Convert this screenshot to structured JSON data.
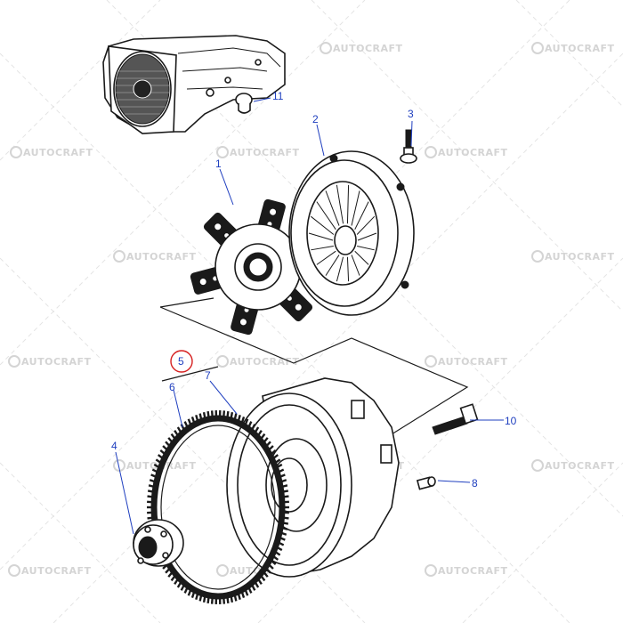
{
  "watermark": {
    "text": "AUTOCRAFT",
    "color": "#d4d4d4"
  },
  "callouts": [
    {
      "id": "1",
      "label": "1"
    },
    {
      "id": "2",
      "label": "2"
    },
    {
      "id": "3",
      "label": "3"
    },
    {
      "id": "4",
      "label": "4"
    },
    {
      "id": "5",
      "label": "5",
      "circled": true,
      "circle_color": "#d62020"
    },
    {
      "id": "6",
      "label": "6"
    },
    {
      "id": "7",
      "label": "7"
    },
    {
      "id": "8",
      "label": "8"
    },
    {
      "id": "10",
      "label": "10"
    },
    {
      "id": "11",
      "label": "11"
    }
  ],
  "colors": {
    "callout_text": "#1f3fbf",
    "linework": "#1a1a1a",
    "background": "#ffffff"
  },
  "parts": [
    {
      "name": "gearbox-housing"
    },
    {
      "name": "clutch-disc"
    },
    {
      "name": "pressure-plate"
    },
    {
      "name": "bolt"
    },
    {
      "name": "flywheel-hub"
    },
    {
      "name": "gasket"
    },
    {
      "name": "ring-gear"
    },
    {
      "name": "flywheel-housing"
    },
    {
      "name": "plug"
    },
    {
      "name": "long-bolt"
    },
    {
      "name": "dowel"
    }
  ]
}
